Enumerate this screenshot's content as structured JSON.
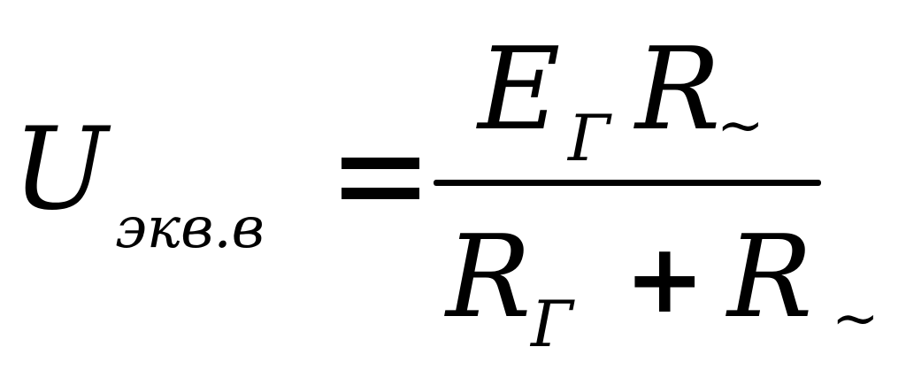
{
  "formula": {
    "lhs": {
      "symbol": "U",
      "subscript": "экв.в"
    },
    "operator": "=",
    "numerator": {
      "term1": "E",
      "term1_sub": "Г",
      "term2": "R",
      "term2_sub": "~"
    },
    "denominator": {
      "term1": "R",
      "term1_sub": "Г",
      "plus": "+",
      "term2": "R",
      "term2_sub": "~"
    }
  }
}
